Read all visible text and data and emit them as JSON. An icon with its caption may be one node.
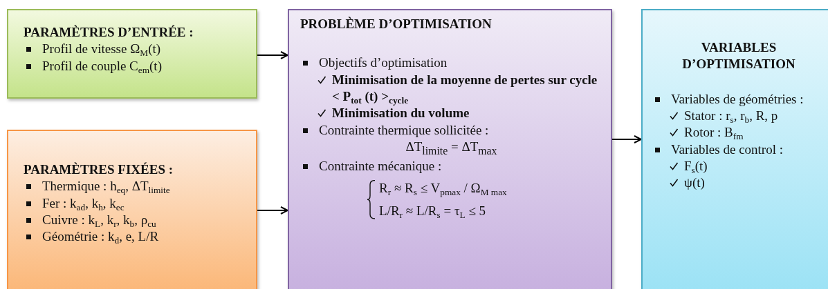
{
  "diagram": {
    "nodes": [
      {
        "text": [
          "PARAMÈTRES D’ENTRÉE :",
          "Profil de vitesse Ω$_{M}$(t)",
          "Profil de couple C$_{em}$(t)"
        ]
      },
      {
        "text": [
          "PARAMÈTRES FIXÉES :",
          "Thermique : h$_{eq}$, ΔT$_{limite}$",
          "Fer : k$_{ad}$, k$_{h}$, k$_{ec}$",
          "Cuivre : k$_{L}$, k$_{r}$, k$_{b}$, ρ$_{cu}$",
          "Géométrie : k$_{d}$, e, L/R"
        ]
      },
      {
        "text": [
          "PROBLÈME D’OPTIMISATION",
          "Objectifs d’optimisation",
          "Minimisation de la moyenne de pertes sur cycle < P$_{tot}$ (t) >$_{cycle}$",
          "Minimisation du volume",
          "Contrainte thermique sollicitée :",
          "ΔT$_{limite}$ = ΔT$_{max}$",
          "Contrainte mécanique :",
          "R$_{r}$ ≈ R$_{s}$ ≤ V$_{pmax}$ / Ω$_{M max}$",
          "L/R$_{r}$ ≈ L/R$_{s}$ = τ$_{L}$ ≤ 5"
        ]
      },
      {
        "text": [
          "VARIABLES D’OPTIMISATION",
          "Variables de géométries :",
          "Stator : r$_{s}$, r$_{b}$, R, p",
          "Rotor : B$_{fm}$",
          "Variables de control :",
          "F$_{s}$(t)",
          "ψ(t)"
        ]
      }
    ],
    "edges": [
      {
        "from": 0,
        "to": 2,
        "arrow": "to"
      },
      {
        "from": 1,
        "to": 2,
        "arrow": "to"
      },
      {
        "from": 2,
        "to": 3,
        "arrow": "to"
      }
    ]
  }
}
